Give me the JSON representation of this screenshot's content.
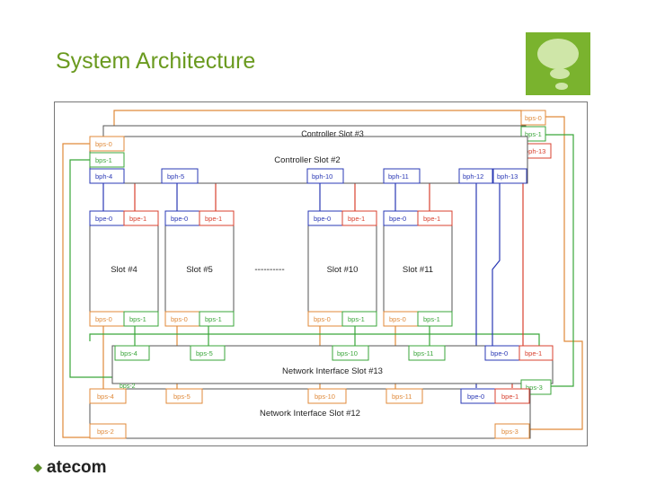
{
  "slide": {
    "title": "System Architecture"
  },
  "brand": {
    "name": "atecom"
  },
  "colors": {
    "title": "#6a9a1f",
    "logo": "#7ab32e",
    "blue": "#2a38b5",
    "red": "#d8412f",
    "orange": "#e08a3a",
    "green": "#3aa63a"
  },
  "diagram": {
    "controller_slot_3": "Controller Slot #3",
    "controller_slot_2": "Controller Slot #2",
    "ctrl3_ports": [
      "bps-0",
      "bps-1",
      "bph-13"
    ],
    "ctrl2_left_ports": [
      "bps-0",
      "bps-1",
      "bph-4"
    ],
    "ctrl2_bottom_ports": [
      "bph-5",
      "bph-10",
      "bph-11",
      "bph-12",
      "bph-13"
    ],
    "slots": [
      {
        "name": "Slot #4",
        "top": [
          "bpe-0",
          "bpe-1"
        ],
        "bottom": [
          "bps-0",
          "bps-1"
        ]
      },
      {
        "name": "Slot #5",
        "top": [
          "bpe-0",
          "bpe-1"
        ],
        "bottom": [
          "bps-0",
          "bps-1"
        ]
      },
      {
        "name": "Slot #10",
        "top": [
          "bpe-0",
          "bpe-1"
        ],
        "bottom": [
          "bps-0",
          "bps-1"
        ]
      },
      {
        "name": "Slot #11",
        "top": [
          "bpe-0",
          "bpe-1"
        ],
        "bottom": [
          "bps-0",
          "bps-1"
        ]
      }
    ],
    "dashes": "----------",
    "ni13": {
      "label": "Network Interface Slot #13",
      "ports": [
        "bps-4",
        "bps-5",
        "bps-10",
        "bps-11"
      ],
      "right_ports": [
        "bpe-0",
        "bpe-1"
      ],
      "corner": "bps-2",
      "right_corner": "bps-3"
    },
    "ni12": {
      "label": "Network Interface Slot #12",
      "ports": [
        "bps-4",
        "bps-5",
        "bps-10",
        "bps-11"
      ],
      "right_ports": [
        "bpe-0",
        "bpe-1"
      ],
      "bottom_ports": [
        "bps-2",
        "bps-3"
      ]
    }
  }
}
